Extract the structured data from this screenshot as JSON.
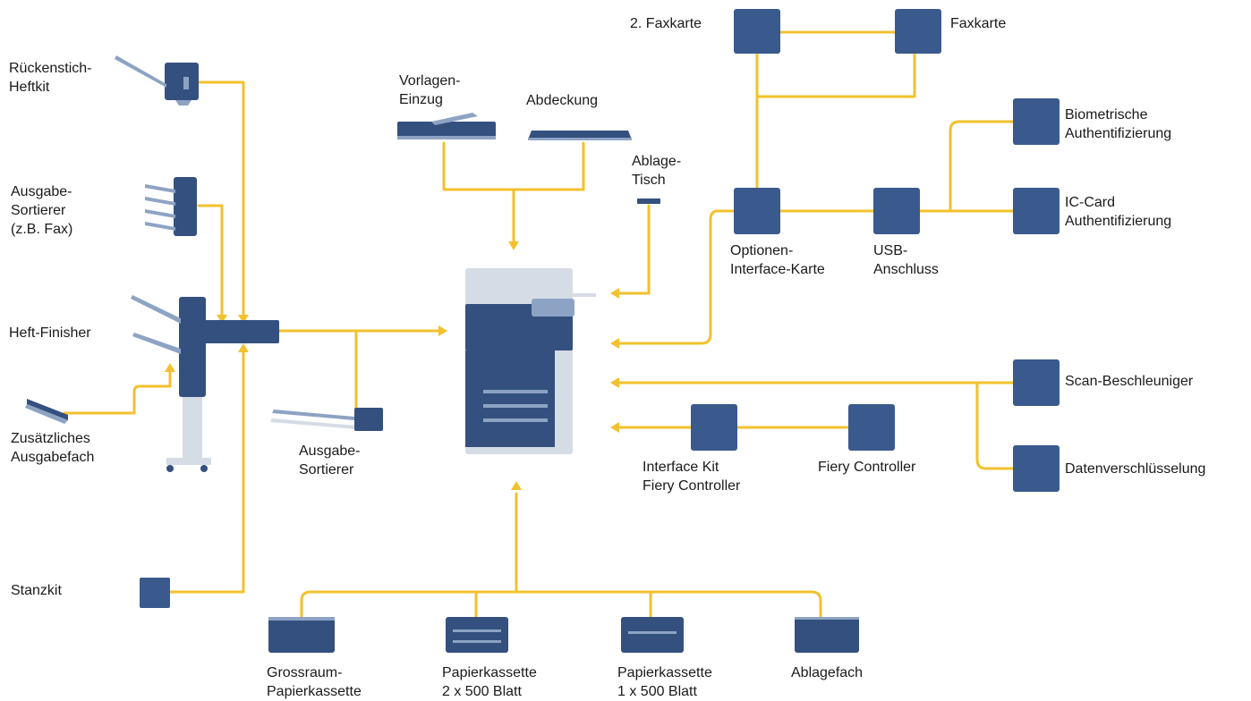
{
  "components": {
    "rueckenstich": "Rückenstich-\nHeftkit",
    "ausgabe_sortierer_fax": "Ausgabe-\nSortierer\n(z.B. Fax)",
    "heft_finisher": "Heft-Finisher",
    "zusaetzliches_ausgabefach": "Zusätzliches\nAusgabefach",
    "stanzkit": "Stanzkit",
    "vorlagen_einzug": "Vorlagen-\nEinzug",
    "abdeckung": "Abdeckung",
    "ablage_tisch": "Ablage-\nTisch",
    "ausgabe_sortierer": "Ausgabe-\nSortierer",
    "faxkarte_2": "2. Faxkarte",
    "faxkarte": "Faxkarte",
    "biometrische": "Biometrische\nAuthentifizierung",
    "ic_card": "IC-Card\nAuthentifizierung",
    "optionen_interface": "Optionen-\nInterface-Karte",
    "usb_anschluss": "USB-\nAnschluss",
    "scan_beschleuniger": "Scan-Beschleuniger",
    "datenverschluesselung": "Datenverschlüsselung",
    "interface_kit": "Interface Kit\nFiery Controller",
    "fiery_controller": "Fiery Controller",
    "grossraum": "Grossraum-\nPapierkassette",
    "papierkassette_2x500": "Papierkassette\n2 x 500 Blatt",
    "papierkassette_1x500": "Papierkassette\n1 x 500 Blatt",
    "ablagefach": "Ablagefach"
  },
  "colors": {
    "connector": "#f2c12e",
    "device": "#34507f",
    "device_highlight": "#8da3c4",
    "box": "#3a5a8e"
  }
}
